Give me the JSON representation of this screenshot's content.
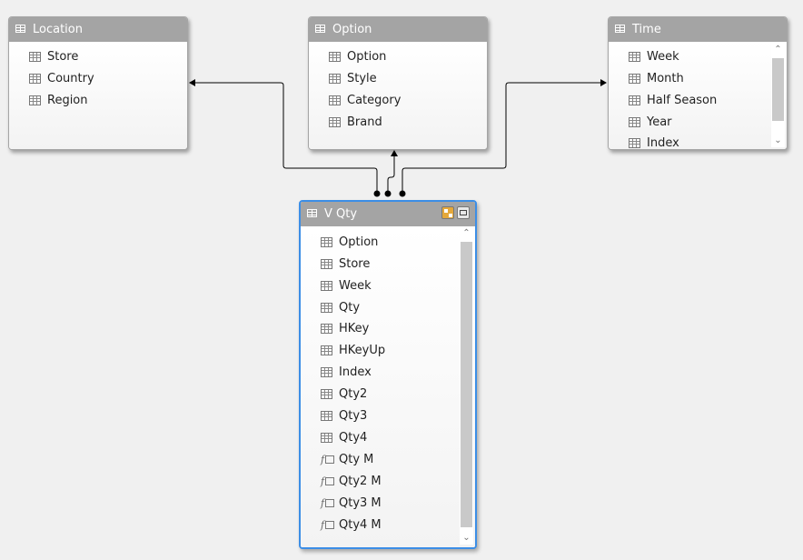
{
  "tables": {
    "location": {
      "title": "Location",
      "fields": [
        "Store",
        "Country",
        "Region"
      ]
    },
    "option": {
      "title": "Option",
      "fields": [
        "Option",
        "Style",
        "Category",
        "Brand"
      ]
    },
    "time": {
      "title": "Time",
      "fields": [
        "Week",
        "Month",
        "Half Season",
        "Year",
        "Index"
      ]
    },
    "vqty": {
      "title": "V Qty",
      "fields": [
        "Option",
        "Store",
        "Week",
        "Qty",
        "HKey",
        "HKeyUp",
        "Index",
        "Qty2",
        "Qty3",
        "Qty4"
      ],
      "measures": [
        "Qty M",
        "Qty2 M",
        "Qty3 M",
        "Qty4 M"
      ]
    }
  },
  "icons": {
    "table": "table-icon",
    "column": "column-icon",
    "measure": "measure-icon",
    "scroll_up": "chevron-up-icon",
    "scroll_down": "chevron-down-icon"
  },
  "colors": {
    "header": "#a4a4a4",
    "selected_border": "#3c8ee6",
    "connector": "#000000",
    "background": "#f0f0f0"
  }
}
